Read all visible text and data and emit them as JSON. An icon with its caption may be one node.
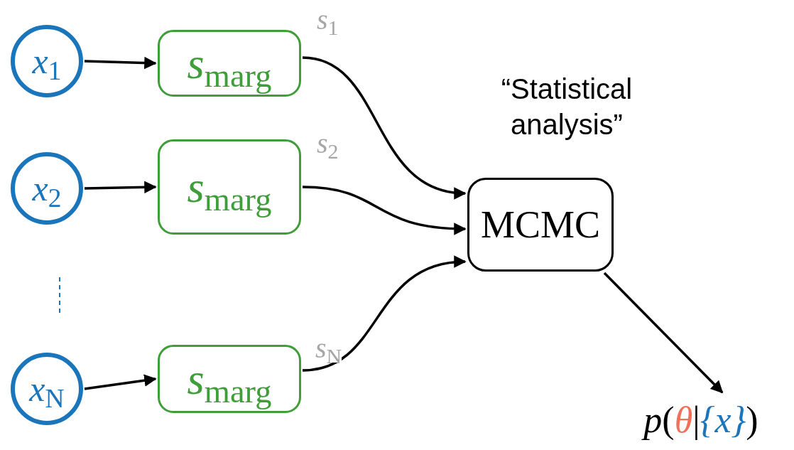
{
  "diagram": {
    "nodes": [
      {
        "text": [
          "*x*$_{1}$"
        ]
      },
      {
        "text": [
          "*x*$_{2}$"
        ]
      },
      {
        "text": [
          "*x*$_{N}$"
        ]
      },
      {
        "text": [
          "*s*$_{marg}$"
        ]
      },
      {
        "text": [
          "*s*$_{marg}$"
        ]
      },
      {
        "text": [
          "*s*$_{marg}$"
        ]
      },
      {
        "text": [
          "MCMC"
        ],
        "beside": [
          "“Statistical analysis”"
        ]
      },
      {
        "text": [
          "*p*(*θ*|*{x}*)"
        ]
      }
    ],
    "edges": [
      {
        "from": 0,
        "to": 3,
        "arrow": "to"
      },
      {
        "from": 1,
        "to": 4,
        "arrow": "to"
      },
      {
        "from": 2,
        "to": 5,
        "arrow": "to"
      },
      {
        "from": 3,
        "to": 6,
        "arrow": "to",
        "label": "*s*$_{1}$"
      },
      {
        "from": 4,
        "to": 6,
        "arrow": "to",
        "label": "*s*$_{2}$"
      },
      {
        "from": 5,
        "to": 6,
        "arrow": "to",
        "label": "*s*$_{N}$"
      },
      {
        "from": 6,
        "to": 7,
        "arrow": "to"
      }
    ]
  }
}
